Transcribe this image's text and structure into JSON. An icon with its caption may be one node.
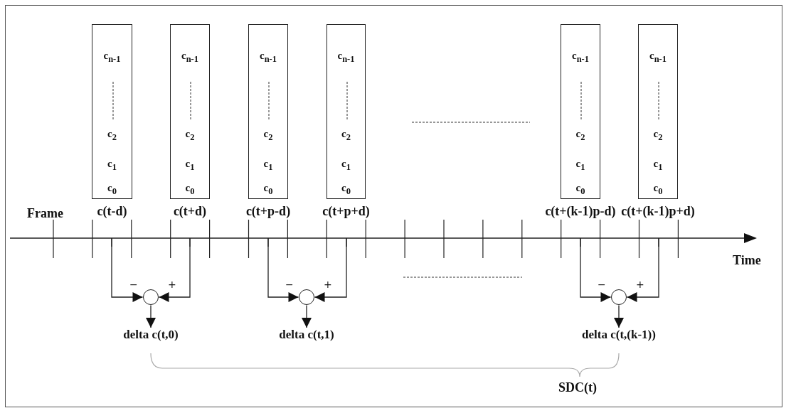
{
  "diagram": {
    "nodes": [
      {
        "text": [
          "c$_{n-1}$",
          "c$_{2}$",
          "c$_{1}$",
          "c$_{0}$"
        ],
        "beside": [
          "c(t-d)"
        ]
      },
      {
        "text": [
          "c$_{n-1}$",
          "c$_{2}$",
          "c$_{1}$",
          "c$_{0}$"
        ],
        "beside": [
          "c(t+d)"
        ]
      },
      {
        "text": [
          "c$_{n-1}$",
          "c$_{2}$",
          "c$_{1}$",
          "c$_{0}$"
        ],
        "beside": [
          "c(t+p-d)"
        ]
      },
      {
        "text": [
          "c$_{n-1}$",
          "c$_{2}$",
          "c$_{1}$",
          "c$_{0}$"
        ],
        "beside": [
          "c(t+p+d)"
        ]
      },
      {
        "text": [
          "c$_{n-1}$",
          "c$_{2}$",
          "c$_{1}$",
          "c$_{0}$"
        ],
        "beside": [
          "c(t+(k-1)p-d)"
        ]
      },
      {
        "text": [
          "c$_{n-1}$",
          "c$_{2}$",
          "c$_{1}$",
          "c$_{0}$"
        ],
        "beside": [
          "c(t+(k-1)p+d)"
        ]
      },
      {
        "text": [],
        "shape": "circle"
      },
      {
        "text": [],
        "shape": "circle"
      },
      {
        "text": [],
        "shape": "circle"
      },
      {
        "text": [
          "delta c(t,0)"
        ]
      },
      {
        "text": [
          "delta c(t,1)"
        ]
      },
      {
        "text": [
          "delta c(t,(k-1))"
        ]
      }
    ],
    "edges": [
      {
        "from": null,
        "to": 6,
        "arrow": "to",
        "label": "−"
      },
      {
        "from": null,
        "to": 6,
        "arrow": "to",
        "label": "+"
      },
      {
        "from": 6,
        "to": 9,
        "arrow": "to"
      },
      {
        "from": null,
        "to": 7,
        "arrow": "to",
        "label": "−"
      },
      {
        "from": null,
        "to": 7,
        "arrow": "to",
        "label": "+"
      },
      {
        "from": 7,
        "to": 10,
        "arrow": "to"
      },
      {
        "from": null,
        "to": 8,
        "arrow": "to",
        "label": "−"
      },
      {
        "from": null,
        "to": 8,
        "arrow": "to",
        "label": "+"
      },
      {
        "from": 8,
        "to": 11,
        "arrow": "to"
      }
    ],
    "labels": [
      "Frame",
      "Time",
      "SDC(t)"
    ]
  }
}
